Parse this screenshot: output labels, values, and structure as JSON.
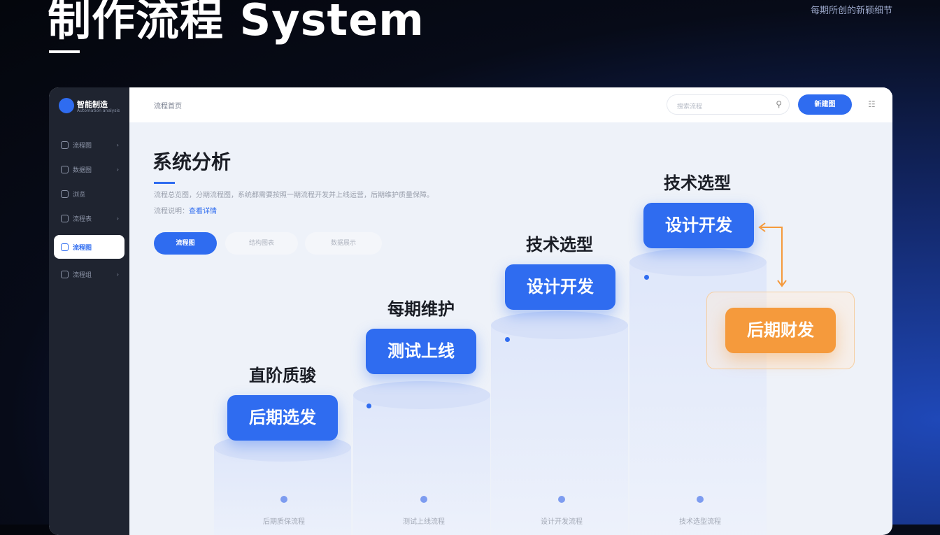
{
  "hero": {
    "title": "制作流程 System",
    "corner_text": "每期所创的新颖细节"
  },
  "sidebar": {
    "brand": "智能制造",
    "brand_sub": "Automation analysis",
    "items": [
      {
        "label": "流程图",
        "icon": "play-icon"
      },
      {
        "label": "数据图",
        "icon": "chart-icon"
      },
      {
        "label": "浏览",
        "icon": "box-icon"
      },
      {
        "label": "流程表",
        "icon": "pulse-icon"
      },
      {
        "label": "流程图",
        "icon": "doc-icon",
        "active": true
      },
      {
        "label": "流程组",
        "icon": "clock-icon"
      }
    ]
  },
  "header": {
    "breadcrumb": "流程首页",
    "search_placeholder": "搜索流程",
    "button": "新建图"
  },
  "main": {
    "title": "系统分析",
    "desc1": "流程总览图，分期流程图，系统都需要按照一期流程开发并上线运营，后期维护质量保障。",
    "desc2_label": "流程说明：",
    "desc2_link": "查看详情",
    "tabs": [
      {
        "label": "流程图",
        "active": true
      },
      {
        "label": "结构图表"
      },
      {
        "label": "数据展示"
      }
    ],
    "steps": [
      {
        "heading": "直阶质骏",
        "box": "后期选发",
        "footer": "后期质保流程"
      },
      {
        "heading": "每期维护",
        "box": "测试上线",
        "footer": "测试上线流程"
      },
      {
        "heading": "技术选型",
        "box": "设计开发",
        "footer": "设计开发流程"
      },
      {
        "heading": "技术选型",
        "box": "设计开发",
        "footer": "技术选型流程"
      }
    ],
    "side_box": "后期财发"
  },
  "colors": {
    "accent": "#2f6cf0",
    "orange": "#f59a3c"
  }
}
